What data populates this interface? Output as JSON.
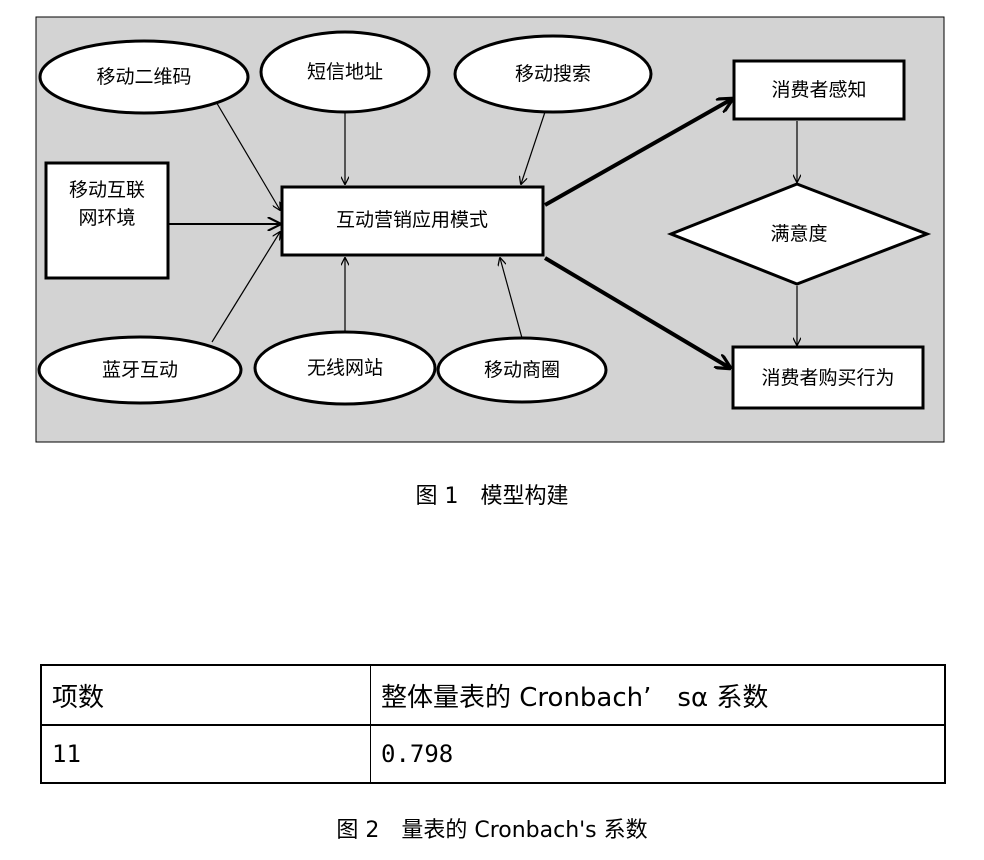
{
  "figure1": {
    "caption": "图 1　模型构建",
    "center_node": "互动营销应用模式",
    "environment_node": [
      "移动互联",
      "网环境"
    ],
    "channel_nodes": [
      {
        "id": "qr",
        "label": "移动二维码"
      },
      {
        "id": "sms",
        "label": "短信地址"
      },
      {
        "id": "search",
        "label": "移动搜索"
      },
      {
        "id": "bluetooth",
        "label": "蓝牙互动"
      },
      {
        "id": "wireless",
        "label": "无线网站"
      },
      {
        "id": "commerce",
        "label": "移动商圈"
      }
    ],
    "outcome_nodes": {
      "perception": "消费者感知",
      "satisfaction": "满意度",
      "behavior": "消费者购买行为"
    },
    "colors": {
      "panel": "#d3d3d3",
      "node_fill": "#ffffff",
      "stroke": "#000000"
    }
  },
  "figure2": {
    "caption": "图 2　量表的 Cronbach's 系数",
    "table": {
      "headers": [
        "项数",
        "整体量表的 Cronbach’　sα 系数"
      ],
      "rows": [
        [
          "11",
          "0.798"
        ]
      ]
    }
  }
}
